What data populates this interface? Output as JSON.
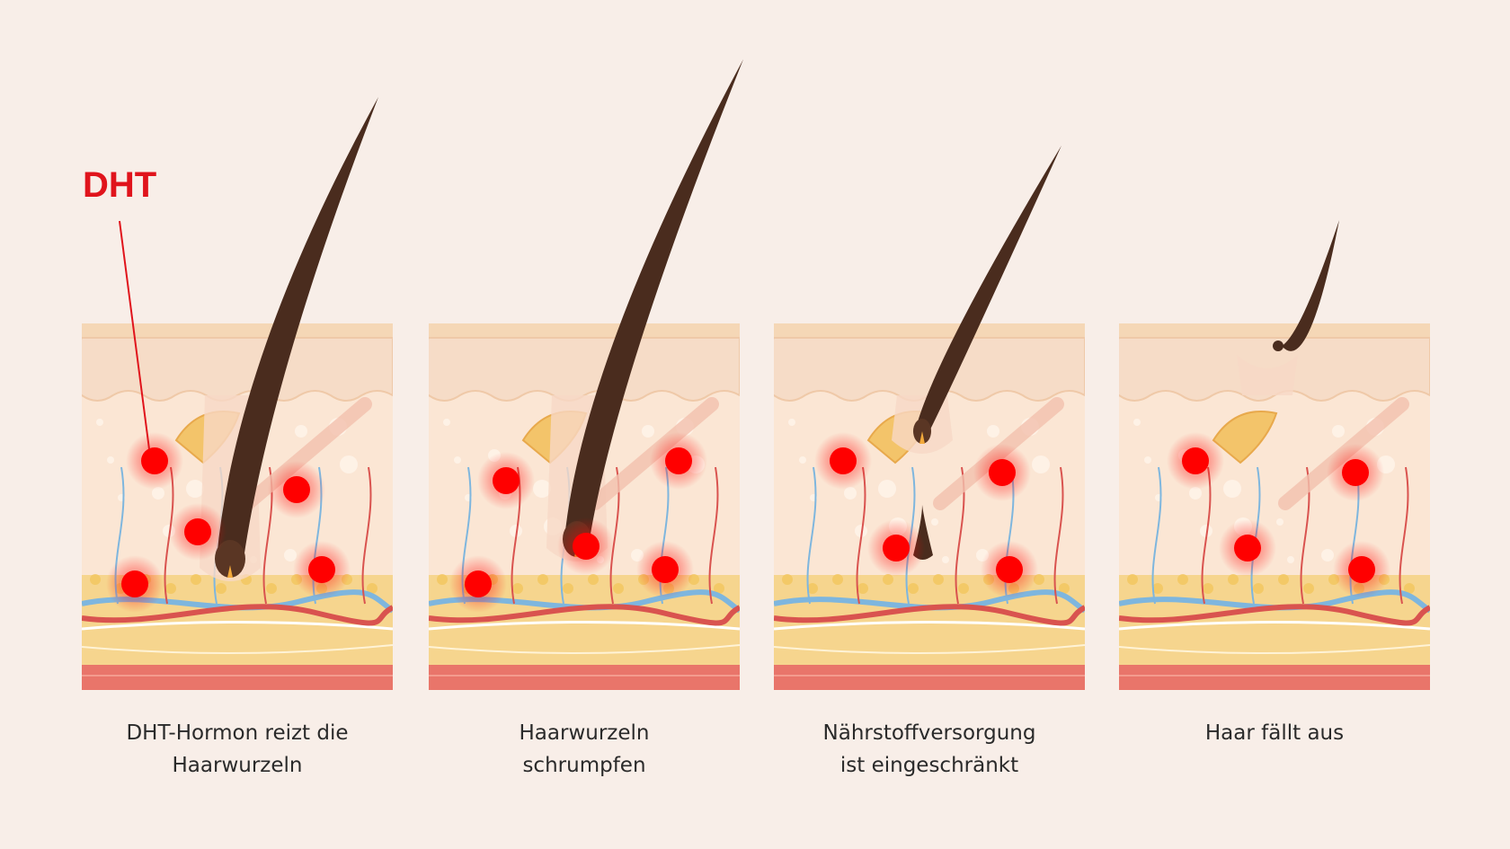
{
  "label": "DHT",
  "colors": {
    "background": "#f8eee8",
    "dht": "#ff0000",
    "hair": "#4a2c1e",
    "vein": "#7eb6de",
    "artery": "#d9534f",
    "skin_top": "#f6dcc7",
    "dermis": "#fbe6d4",
    "fat": "#f6d58e",
    "muscle": "#e9756a"
  },
  "panels": [
    {
      "id": "p1",
      "caption": [
        "DHT-Hormon reizt die",
        "Haarwurzeln"
      ],
      "hair_stage": "full"
    },
    {
      "id": "p2",
      "caption": [
        "Haarwurzeln",
        "schrumpfen"
      ],
      "hair_stage": "shrinking"
    },
    {
      "id": "p3",
      "caption": [
        "Nährstoffversorgung",
        "ist eingeschränkt"
      ],
      "hair_stage": "thin"
    },
    {
      "id": "p4",
      "caption": [
        "Haar fällt aus"
      ],
      "hair_stage": "falling"
    }
  ]
}
